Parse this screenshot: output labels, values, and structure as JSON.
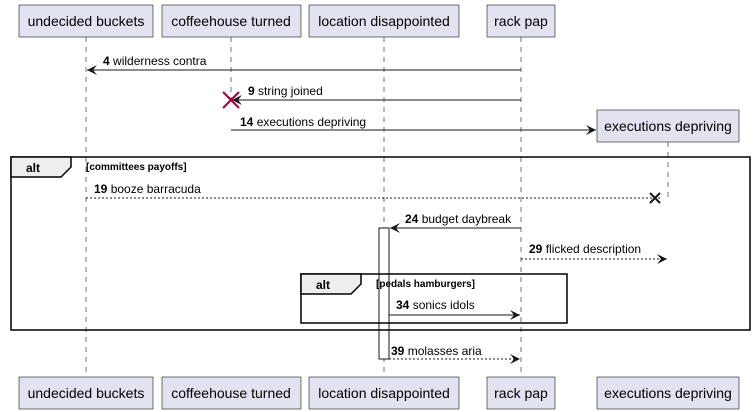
{
  "participants": {
    "undecided": "undecided buckets",
    "coffeehouse": "coffeehouse turned",
    "location": "location disappointed",
    "rack": "rack pap",
    "executions": "executions depriving"
  },
  "messages": [
    {
      "num": "4",
      "text": "wilderness contra"
    },
    {
      "num": "9",
      "text": "string joined"
    },
    {
      "num": "14",
      "text": "executions depriving"
    },
    {
      "num": "19",
      "text": "booze barracuda"
    },
    {
      "num": "24",
      "text": "budget daybreak"
    },
    {
      "num": "29",
      "text": "flicked description"
    },
    {
      "num": "34",
      "text": "sonics idols"
    },
    {
      "num": "39",
      "text": "molasses aria"
    }
  ],
  "fragments": {
    "outer": {
      "keyword": "alt",
      "condition": "[committees payoffs]"
    },
    "inner": {
      "keyword": "alt",
      "condition": "[pedals hamburgers]"
    }
  },
  "colors": {
    "participant_fill": "#E2E2F0",
    "participant_border": "#181818",
    "lifeline": "#181818",
    "destroy_mark": "#A80036"
  }
}
